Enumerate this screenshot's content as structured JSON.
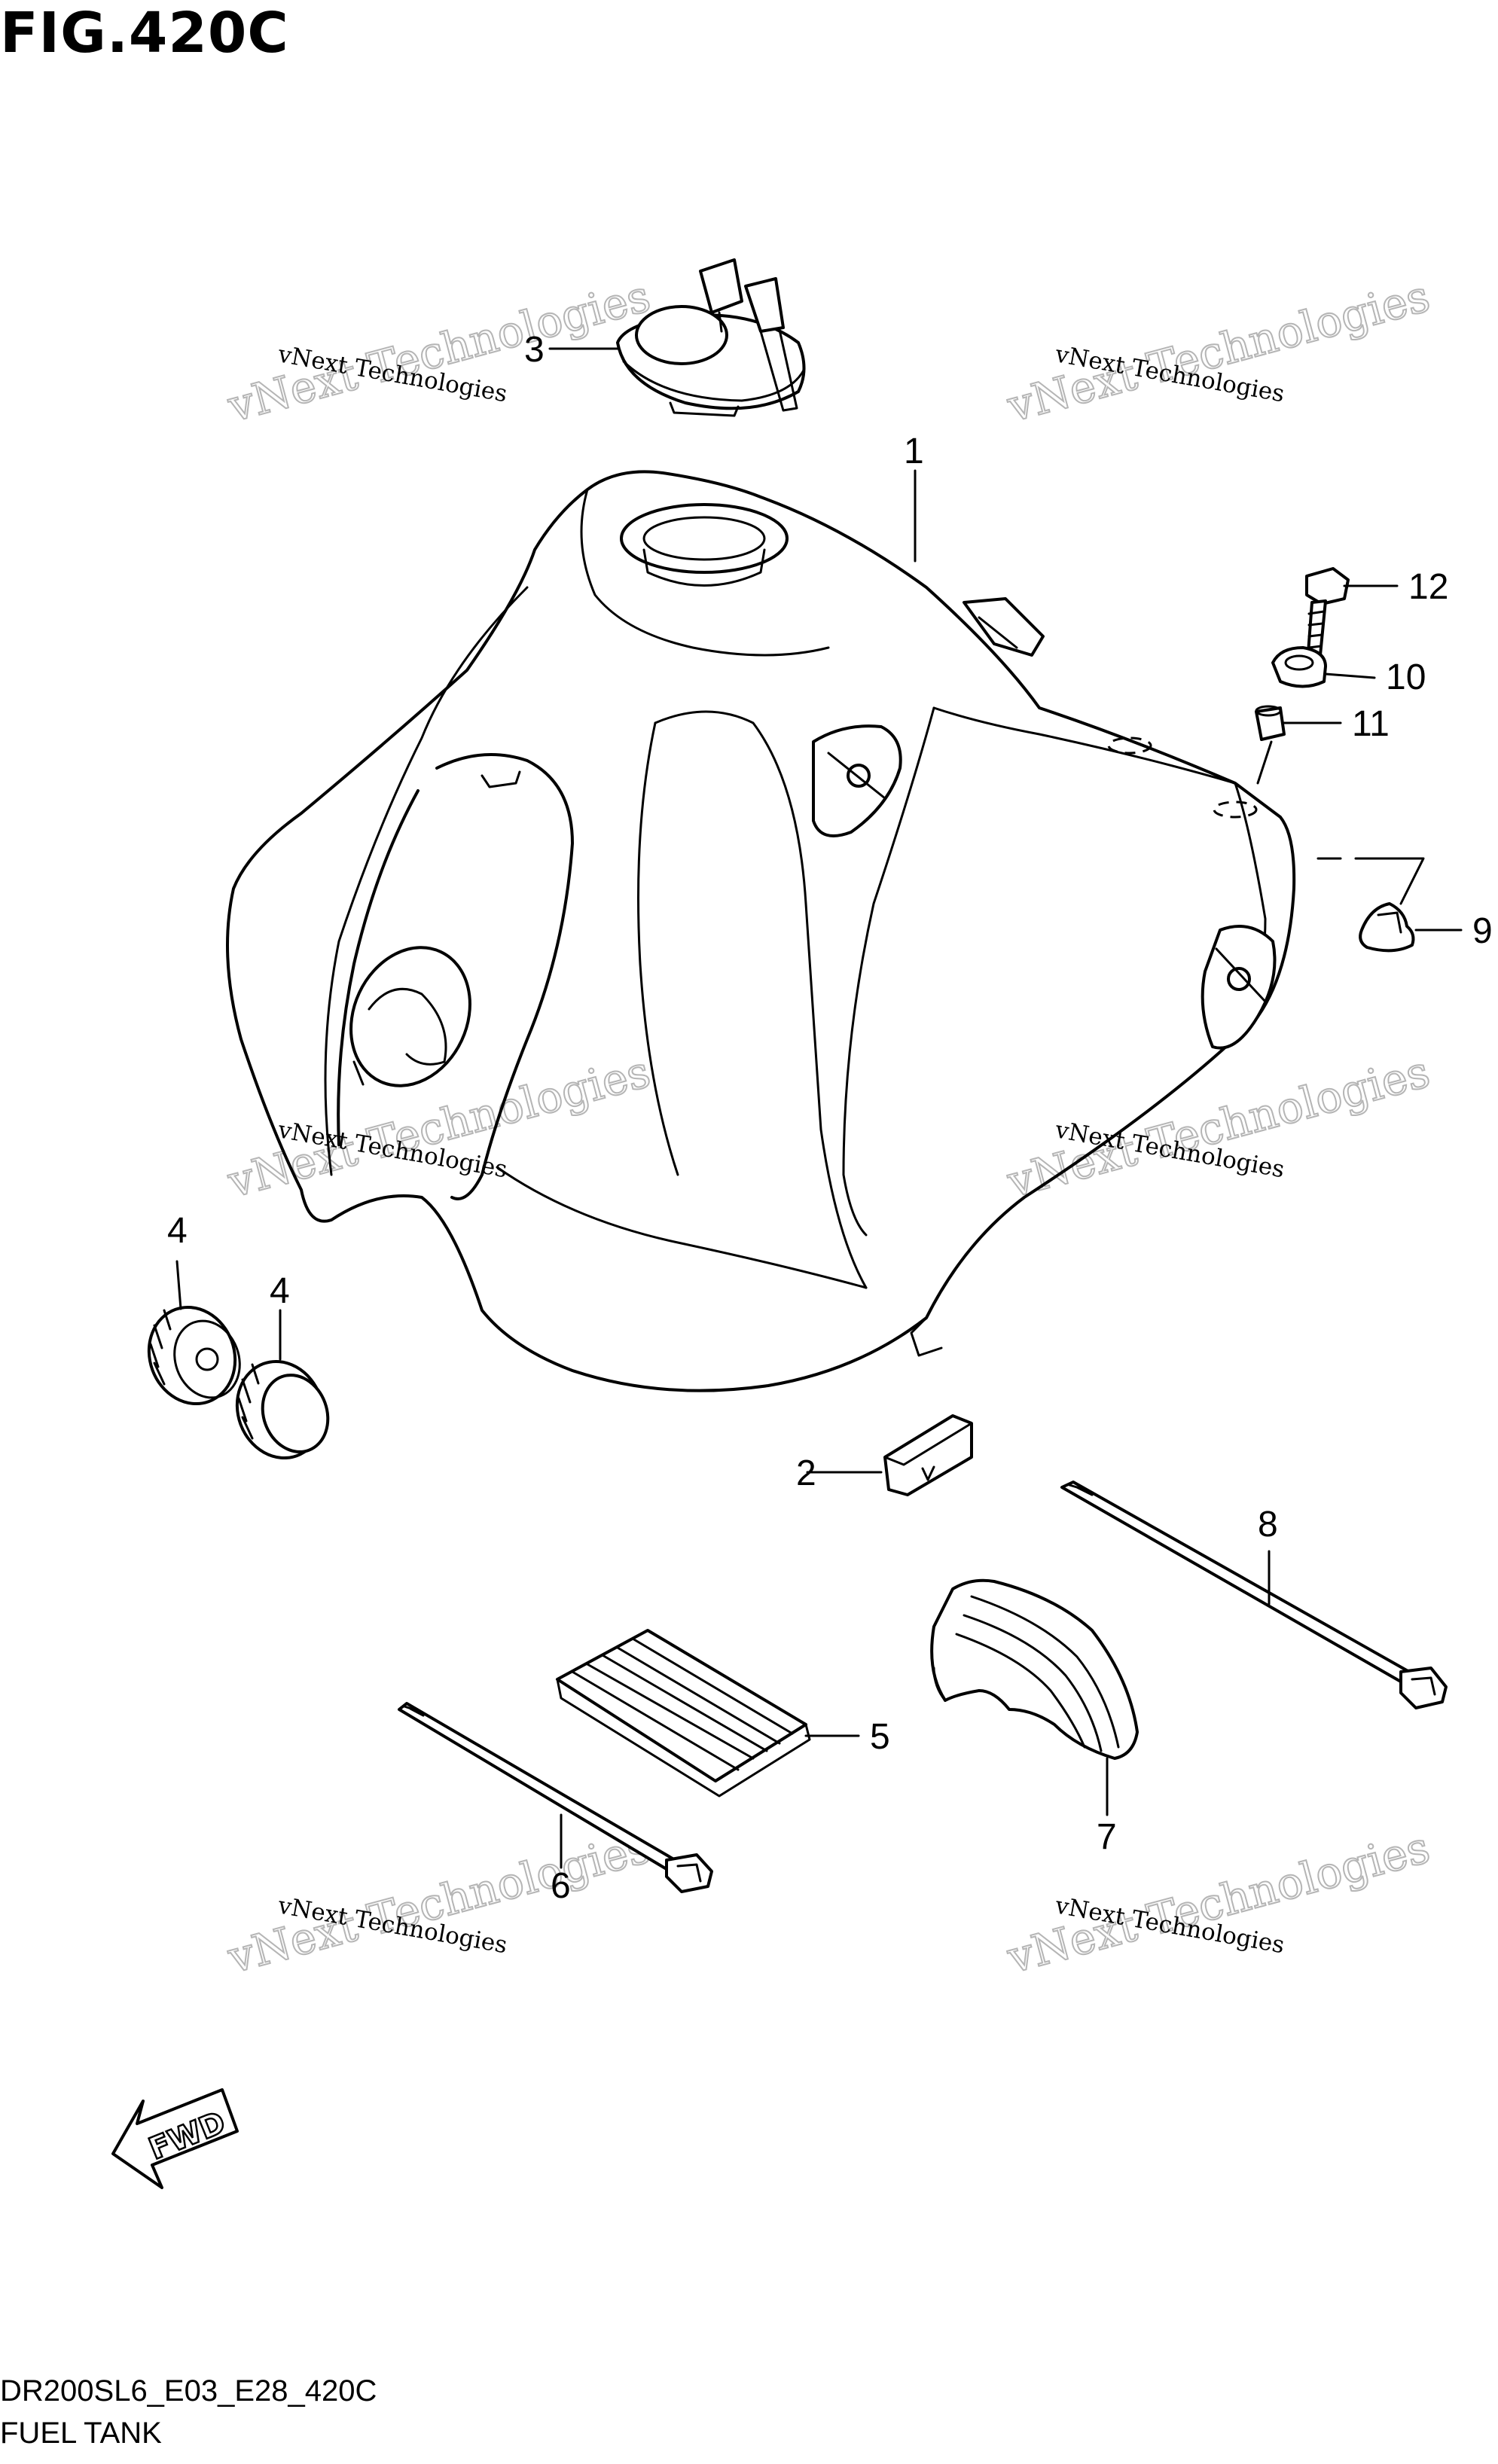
{
  "header": {
    "title": "FIG.420C"
  },
  "footer": {
    "code": "DR200SL6_E03_E28_420C",
    "name": "FUEL TANK"
  },
  "callouts": [
    "1",
    "2",
    "3",
    "4",
    "4",
    "5",
    "6",
    "7",
    "8",
    "9",
    "10",
    "11",
    "12"
  ],
  "watermark": {
    "line1": "vNext Technologies",
    "line2": "vNext Technologies"
  },
  "fwd_arrow": {
    "label": "FWD"
  }
}
